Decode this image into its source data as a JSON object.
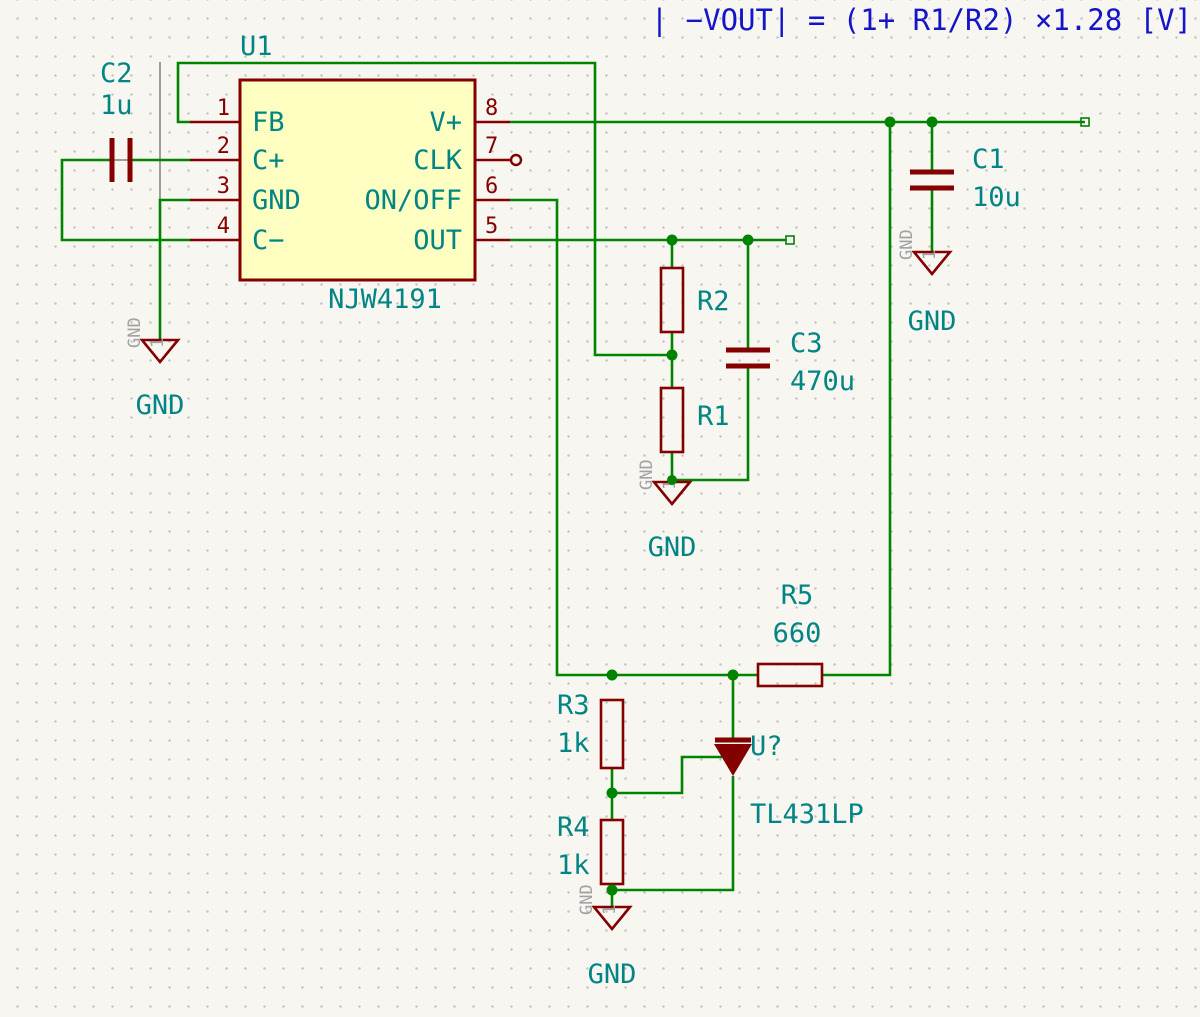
{
  "note": {
    "formula": "| −VOUT| = (1+ R1/R2) ×1.28 [V]"
  },
  "ic": {
    "reference": "U1",
    "value": "NJW4191",
    "pins_left": [
      {
        "num": "1",
        "name": "FB"
      },
      {
        "num": "2",
        "name": "C+"
      },
      {
        "num": "3",
        "name": "GND"
      },
      {
        "num": "4",
        "name": "C−"
      }
    ],
    "pins_right": [
      {
        "num": "8",
        "name": "V+"
      },
      {
        "num": "7",
        "name": "CLK"
      },
      {
        "num": "6",
        "name": "ON/OFF"
      },
      {
        "num": "5",
        "name": "OUT"
      }
    ]
  },
  "components": {
    "c1": {
      "reference": "C1",
      "value": "10u"
    },
    "c2": {
      "reference": "C2",
      "value": "1u"
    },
    "c3": {
      "reference": "C3",
      "value": "470u"
    },
    "r1": {
      "reference": "R1"
    },
    "r2": {
      "reference": "R2"
    },
    "r3": {
      "reference": "R3",
      "value": "1k"
    },
    "r4": {
      "reference": "R4",
      "value": "1k"
    },
    "r5": {
      "reference": "R5",
      "value": "660"
    },
    "u_shunt": {
      "reference": "U?",
      "value": "TL431LP"
    }
  },
  "power": {
    "gnd_label": "GND",
    "hidden_pin_name": "GND",
    "hidden_pin_number": "1"
  },
  "colors": {
    "wire": "#008400",
    "device_outline": "#840000",
    "fields_text": "#008484",
    "notes_text": "#1414C8",
    "ic_fill": "#FFFFC2",
    "hidden_pin_text": "#A2A2A2",
    "background": "#F7F6F1",
    "grid_dot": "#C3C3C3"
  }
}
